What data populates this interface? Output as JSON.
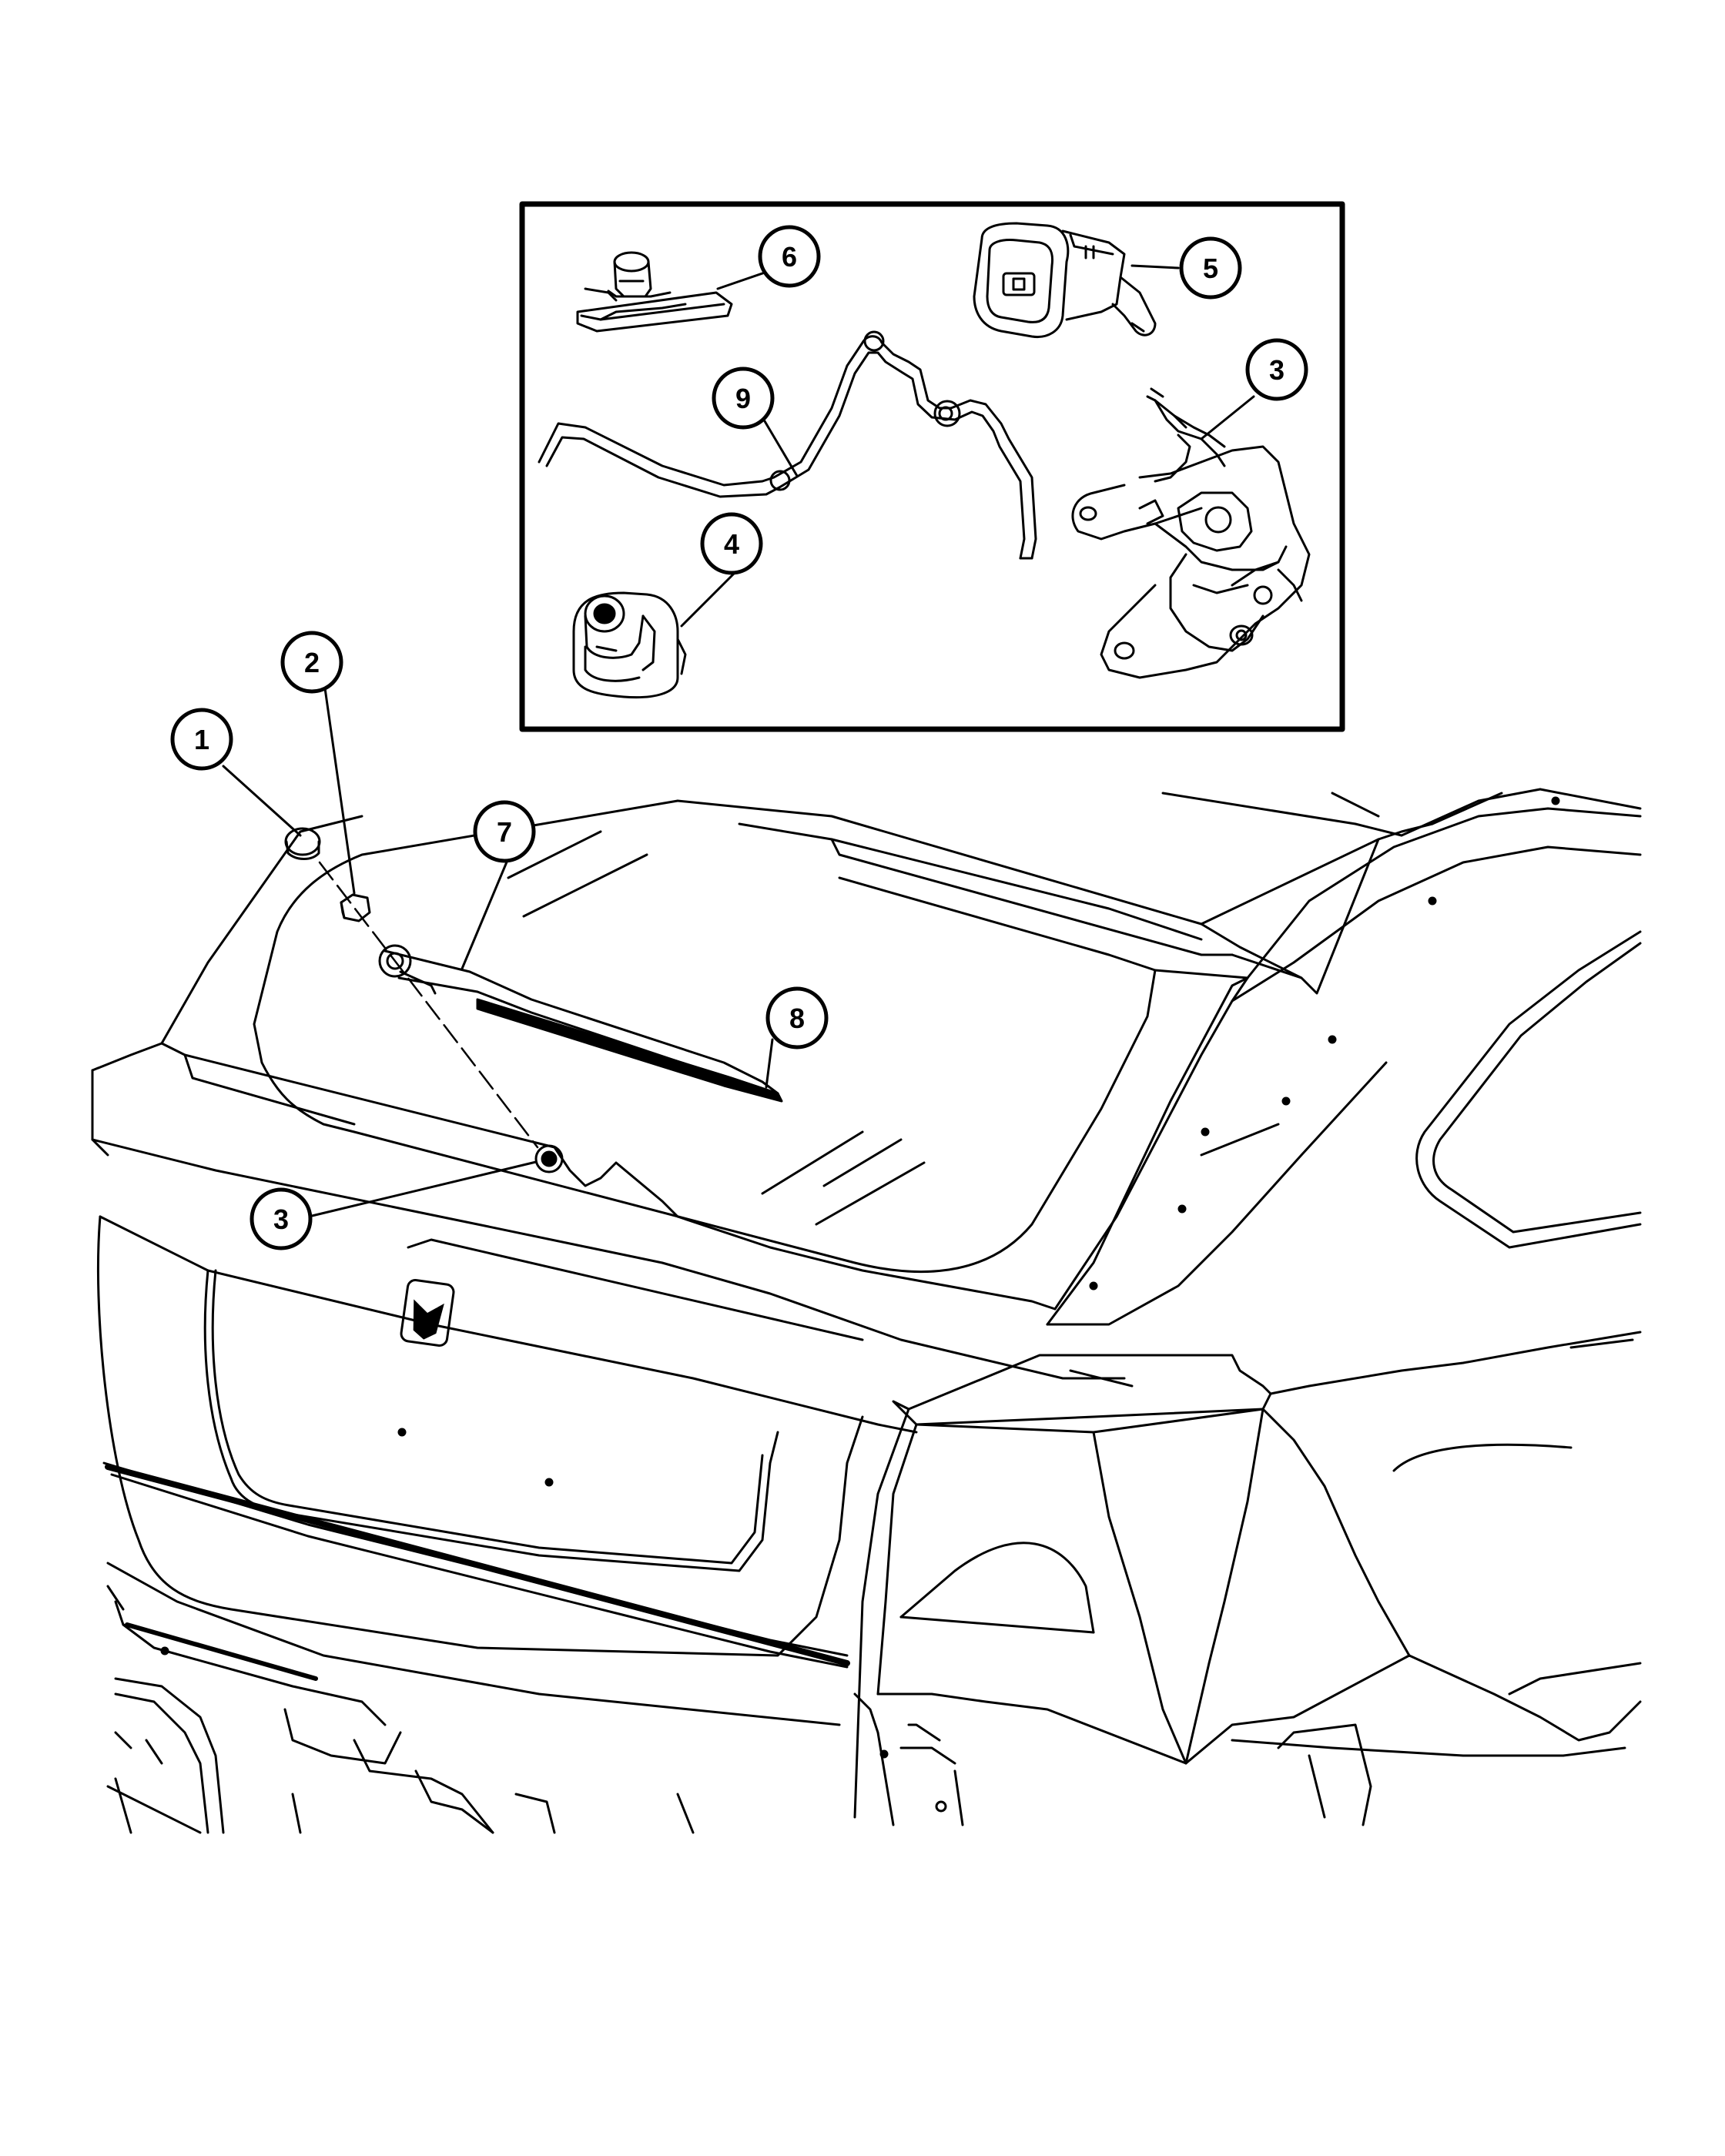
{
  "diagram": {
    "colors": {
      "ink": "#000000",
      "paper": "#ffffff",
      "glass_shade": "#000000"
    },
    "callouts": {
      "inset": [
        {
          "id": "inset-6",
          "label": "6",
          "part": "nut-clip"
        },
        {
          "id": "inset-5",
          "label": "5",
          "part": "washer-nozzle"
        },
        {
          "id": "inset-3",
          "label": "3",
          "part": "wiper-motor"
        },
        {
          "id": "inset-9",
          "label": "9",
          "part": "washer-hose"
        },
        {
          "id": "inset-4",
          "label": "4",
          "part": "grommet"
        }
      ],
      "main": [
        {
          "id": "main-1",
          "label": "1",
          "part": "arm-cap"
        },
        {
          "id": "main-2",
          "label": "2",
          "part": "arm-nut"
        },
        {
          "id": "main-7",
          "label": "7",
          "part": "wiper-arm"
        },
        {
          "id": "main-8",
          "label": "8",
          "part": "wiper-blade"
        },
        {
          "id": "main-3",
          "label": "3",
          "part": "motor-grommet"
        }
      ]
    }
  }
}
